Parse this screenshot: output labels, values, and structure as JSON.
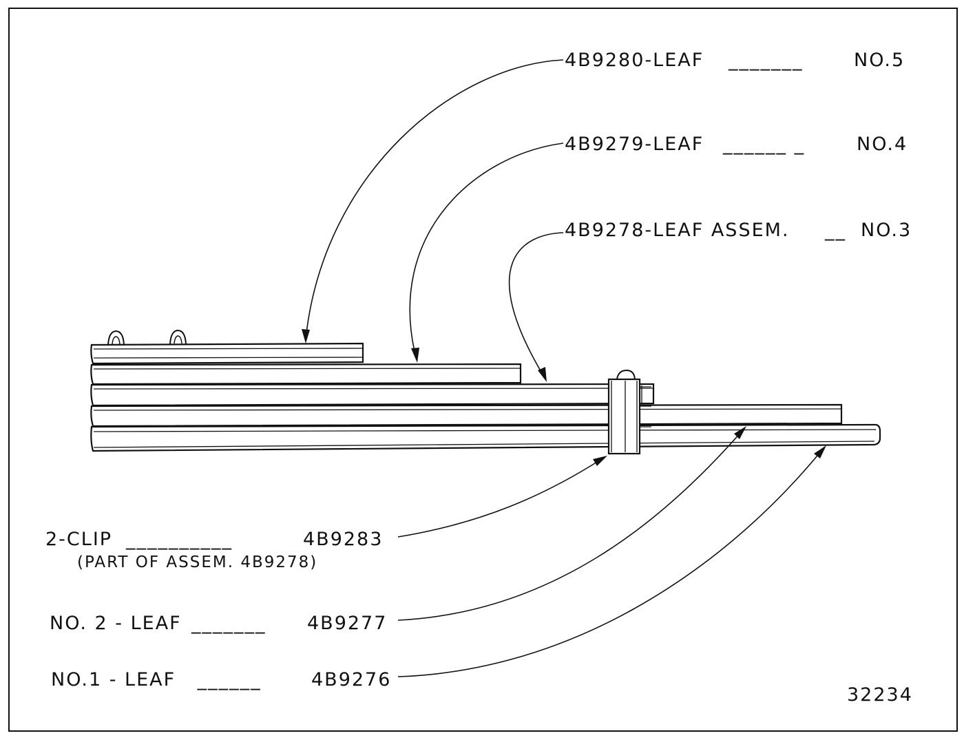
{
  "figure_number": "32234",
  "callouts": {
    "leaf_no5": {
      "part": "4B9280-LEAF",
      "leader": "_______",
      "position": "NO.5"
    },
    "leaf_no4": {
      "part": "4B9279-LEAF",
      "leader": "______ _",
      "position": "NO.4"
    },
    "leaf_no3": {
      "part": "4B9278-LEAF ASSEM.",
      "leader": "__",
      "position": "NO.3"
    },
    "clip": {
      "qty_name": "2-CLIP",
      "leader": "__________",
      "part": "4B9283",
      "note": "(PART OF ASSEM. 4B9278)"
    },
    "leaf_no2": {
      "position": "NO. 2 - LEAF",
      "leader": "_______",
      "part": "4B9277"
    },
    "leaf_no1": {
      "position": "NO.1 - LEAF",
      "leader": " ______",
      "part": "4B9276"
    }
  }
}
